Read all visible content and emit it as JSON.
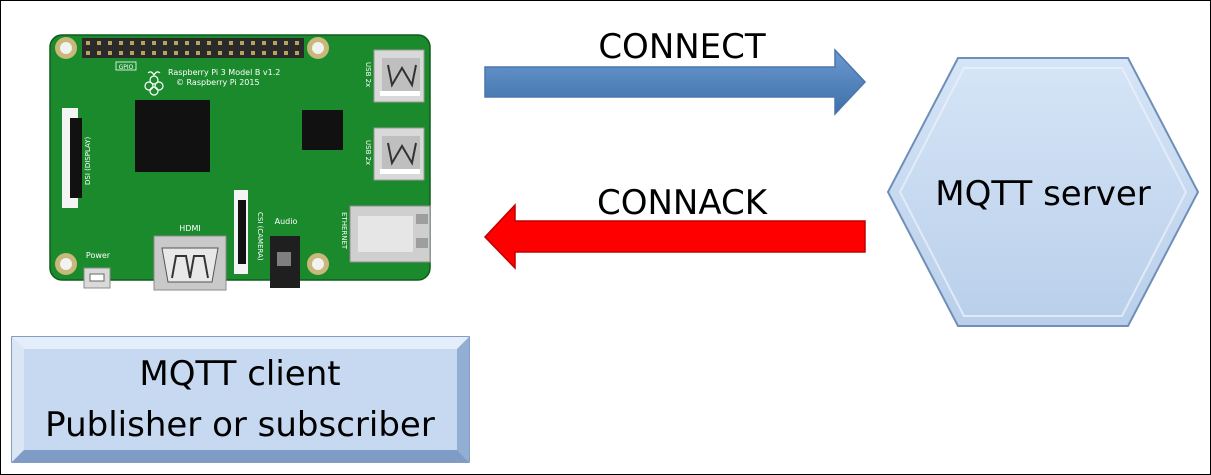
{
  "arrows": {
    "connect_label": "CONNECT",
    "connack_label": "CONNACK"
  },
  "server": {
    "label": "MQTT server"
  },
  "client": {
    "line1": "MQTT client",
    "line2": "Publisher or subscriber"
  },
  "board": {
    "model": "Raspberry Pi 3 Model B v1.2",
    "copyright": "© Raspberry Pi 2015",
    "gpio_label": "GPIO",
    "usb_label": "USB 2x",
    "ethernet_label": "ETHERNET",
    "display_label": "DSI (DISPLAY)",
    "camera_label": "CSI (CAMERA)",
    "hdmi_label": "HDMI",
    "audio_label": "Audio",
    "power_label": "Power"
  },
  "colors": {
    "connect_arrow": "#4f81bd",
    "connack_arrow": "#ff0000",
    "shape_fill": "#c6d9f1",
    "pcb_green": "#1a8a2c"
  }
}
